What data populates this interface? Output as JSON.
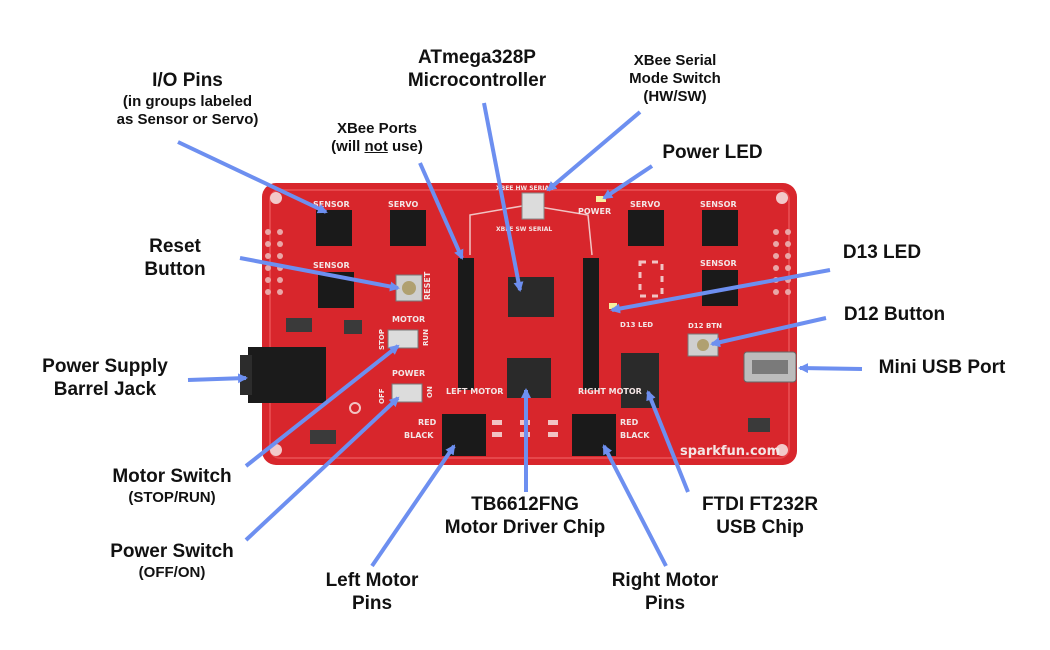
{
  "labels": {
    "io_pins": {
      "title": "I/O Pins",
      "sub1": "(in groups labeled",
      "sub2": "as Sensor or Servo)"
    },
    "xbee_ports": {
      "line1": "XBee Ports",
      "line2_pre": "(will ",
      "line2_u": "not",
      "line2_post": " use)"
    },
    "atmega": {
      "line1": "ATmega328P",
      "line2": "Microcontroller"
    },
    "xbee_switch": {
      "line1": "XBee Serial",
      "line2": "Mode Switch",
      "line3": "(HW/SW)"
    },
    "power_led": {
      "title": "Power LED"
    },
    "reset_button": {
      "line1": "Reset",
      "line2": "Button"
    },
    "d13_led": {
      "title": "D13 LED"
    },
    "d12_button": {
      "title": "D12 Button"
    },
    "power_supply": {
      "line1": "Power Supply",
      "line2": "Barrel Jack"
    },
    "mini_usb": {
      "title": "Mini USB Port"
    },
    "motor_switch": {
      "title": "Motor Switch",
      "sub": "(STOP/RUN)"
    },
    "power_switch": {
      "title": "Power Switch",
      "sub": "(OFF/ON)"
    },
    "tb6612": {
      "line1": "TB6612FNG",
      "line2": "Motor Driver Chip"
    },
    "ftdi": {
      "line1": "FTDI FT232R",
      "line2": "USB Chip"
    },
    "left_motor": {
      "line1": "Left Motor",
      "line2": "Pins"
    },
    "right_motor": {
      "line1": "Right Motor",
      "line2": "Pins"
    }
  },
  "silkscreen": {
    "sensor": "SENSOR",
    "servo": "SERVO",
    "reset": "RESET",
    "power": "POWER",
    "motor": "MOTOR",
    "left_motor": "LEFT MOTOR",
    "right_motor": "RIGHT MOTOR",
    "red": "RED",
    "black": "BLACK",
    "d13_led": "D13 LED",
    "d12_btn": "D12 BTN",
    "stop": "STOP",
    "run": "RUN",
    "off": "OFF",
    "on": "ON",
    "xbee_hw_serial": "XBEE HW SERIAL",
    "xbee_sw_serial": "XBEE SW SERIAL",
    "brand": "sparkfun.com"
  },
  "colors": {
    "board": "#d8262c",
    "board_dark": "#b81c22",
    "arrow": "#6d8ff0",
    "header": "#1a1a1a",
    "chip": "#2a2a2a",
    "silk": "#f3e6e6"
  }
}
